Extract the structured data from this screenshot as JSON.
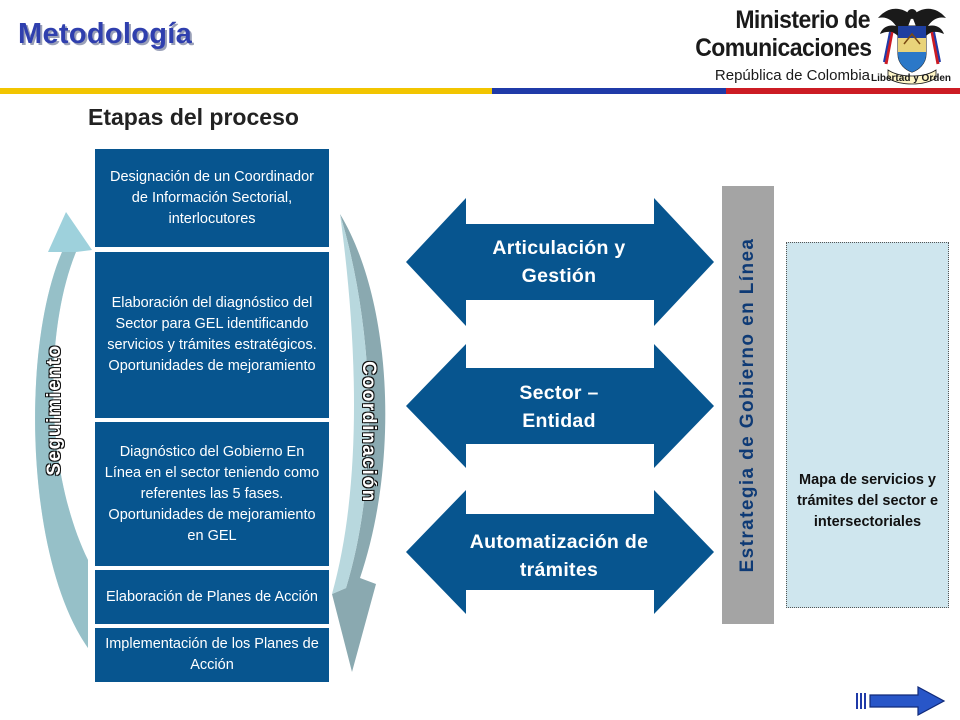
{
  "header": {
    "title": "Metodología",
    "ministry_line1": "Ministerio de",
    "ministry_line2": "Comunicaciones",
    "ministry_line3": "República de Colombia",
    "crest_motto": "Libertad y Orden"
  },
  "subtitle": "Etapas del proceso",
  "steps": [
    "Designación de un Coordinador de Información Sectorial, interlocutores",
    "Elaboración del diagnóstico del Sector para GEL identificando servicios y trámites estratégicos. Oportunidades de mejoramiento",
    "Diagnóstico del Gobierno En Línea en el sector teniendo como referentes las 5 fases. Oportunidades de mejoramiento en GEL",
    "Elaboración de Planes de Acción",
    "Implementación de los Planes de Acción"
  ],
  "cycle_labels": {
    "left": "Seguimiento",
    "right": "Coordinación"
  },
  "arrows": [
    {
      "line1": "Articulación y",
      "line2": "Gestión"
    },
    {
      "line1": "Sector –",
      "line2": "Entidad"
    },
    {
      "line1": "Automatización de",
      "line2": "trámites"
    }
  ],
  "strategy_label": "Estrategia de Gobierno en Línea",
  "map_caption": "Mapa de servicios y trámites del sector e intersectoriales",
  "colors": {
    "title": "#2f3fae",
    "step_fill": "#07558f",
    "arrow_fill": "#07558f",
    "cycle_left": "#9ed1dc",
    "cycle_right": "#8aa9b0",
    "stripe_yellow": "#f2c500",
    "stripe_blue": "#1f3aa8",
    "stripe_red": "#cc1c24",
    "strategy_bar": "#a4a4a4",
    "map_box": "#cfe6ee",
    "gear": "#c88ae0"
  },
  "icons": [
    "house-icon",
    "person-icon",
    "gear-icon",
    "next-arrow-icon",
    "crest-icon"
  ]
}
